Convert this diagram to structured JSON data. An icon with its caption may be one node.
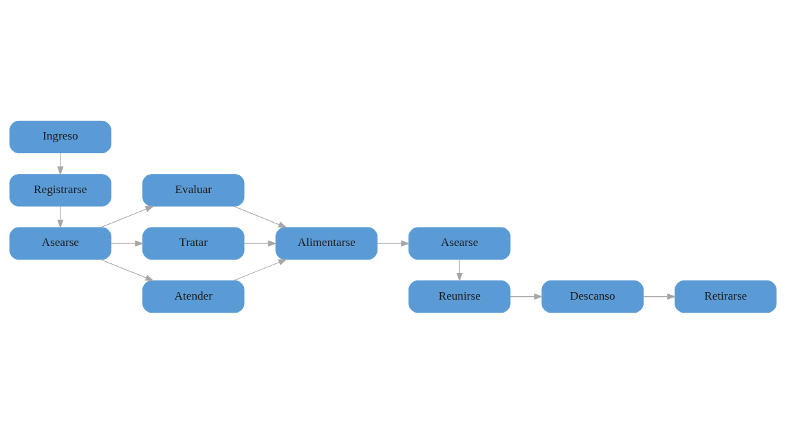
{
  "diagram": {
    "nodes": [
      {
        "text": [
          "Ingreso"
        ]
      },
      {
        "text": [
          "Registrarse"
        ]
      },
      {
        "text": [
          "Asearse"
        ]
      },
      {
        "text": [
          "Evaluar"
        ]
      },
      {
        "text": [
          "Alimentarse"
        ]
      },
      {
        "text": [
          "Asearse"
        ]
      },
      {
        "text": [
          "Tratar"
        ]
      },
      {
        "text": [
          "Atender"
        ]
      },
      {
        "text": [
          "Retirarse"
        ]
      },
      {
        "text": [
          "Descanso"
        ]
      },
      {
        "text": [
          "Reunirse"
        ]
      }
    ],
    "edges": [
      {
        "from": 0,
        "to": 1,
        "arrow": "to"
      },
      {
        "from": 1,
        "to": 2,
        "arrow": "to"
      },
      {
        "from": 2,
        "to": 3,
        "arrow": "to"
      },
      {
        "from": 3,
        "to": 4,
        "arrow": "to"
      },
      {
        "from": 4,
        "to": 5,
        "arrow": "to"
      },
      {
        "from": 2,
        "to": 6,
        "arrow": "to"
      },
      {
        "from": 2,
        "to": 7,
        "arrow": "to"
      },
      {
        "from": 6,
        "to": 4,
        "arrow": "to"
      },
      {
        "from": 7,
        "to": 4,
        "arrow": "to"
      },
      {
        "from": 5,
        "to": 10,
        "arrow": "to"
      },
      {
        "from": 10,
        "to": 9,
        "arrow": "to"
      },
      {
        "from": 9,
        "to": 8,
        "arrow": "to"
      }
    ]
  }
}
